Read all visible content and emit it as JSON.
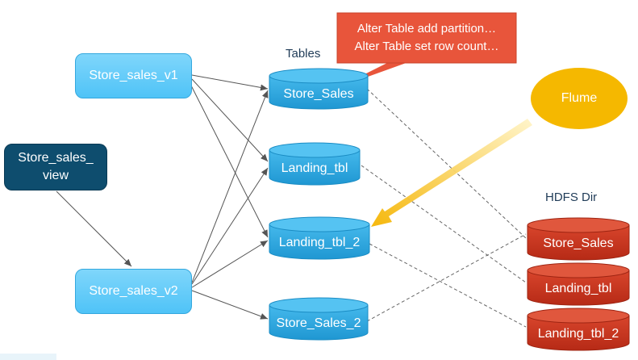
{
  "section_labels": {
    "tables": "Tables",
    "hdfs_dir": "HDFS Dir"
  },
  "views": {
    "v1": "Store_sales_v1",
    "v2": "Store_sales_v2",
    "view_line1": "Store_sales_",
    "view_line2": "view"
  },
  "tables": {
    "store_sales": "Store_Sales",
    "landing_tbl": "Landing_tbl",
    "landing_tbl_2": "Landing_tbl_2",
    "store_sales_2": "Store_Sales_2"
  },
  "hdfs": {
    "store_sales": "Store_Sales",
    "landing_tbl": "Landing_tbl",
    "landing_tbl_2": "Landing_tbl_2"
  },
  "callout": {
    "line1": "Alter Table add partition…",
    "line2": "Alter Table set row count…"
  },
  "flume": "Flume",
  "colors": {
    "view_light": "#4fc3f7",
    "view_dark": "#0e4d6e",
    "table_cylinder": "#29a8e0",
    "hdfs_cylinder": "#c8321c",
    "callout": "#e8553b",
    "flume": "#f5b800"
  }
}
